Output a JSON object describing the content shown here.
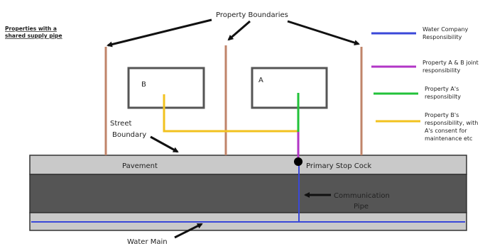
{
  "title": {
    "line1": "Properties with a",
    "line2": "shared supply pipe"
  },
  "labels": {
    "property_boundaries": "Property Boundaries",
    "street_boundary_1": "Street",
    "street_boundary_2": "Boundary",
    "pavement": "Pavement",
    "primary_stop_cock": "Primary Stop Cock",
    "communication_pipe_1": "Communication",
    "communication_pipe_2": "Pipe",
    "water_main": "Water Main",
    "house_a": "A",
    "house_b": "B"
  },
  "legend": [
    {
      "color": "#3a48d8",
      "lines": [
        "Water Company",
        "Responsibility"
      ]
    },
    {
      "color": "#b236c6",
      "lines": [
        "Property A & B joint",
        "responsibility"
      ]
    },
    {
      "color": "#22c23a",
      "lines": [
        "Property A's",
        "responsibilty"
      ]
    },
    {
      "color": "#f2c21f",
      "lines": [
        "Property B's",
        "responsibility, with",
        "A's consent for",
        "maintenance etc"
      ]
    }
  ],
  "colors": {
    "water_company": "#3a48d8",
    "joint": "#b236c6",
    "property_a": "#22c23a",
    "property_b": "#f2c21f",
    "boundary": "#c0846a",
    "pavement": "#c9c9c9",
    "road": "#555555"
  }
}
